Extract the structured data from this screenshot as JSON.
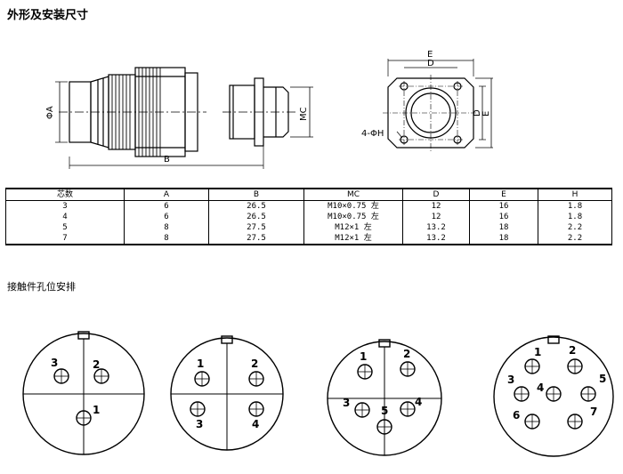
{
  "titles": {
    "dimensions": "外形及安装尺寸",
    "contacts": "接触件孔位安排"
  },
  "drawing_labels": {
    "phi_a": "ΦA",
    "b": "B",
    "mc": "MC",
    "e": "E",
    "d": "D",
    "four_phi_h": "4-ΦH"
  },
  "table": {
    "headers": [
      "芯数",
      "A",
      "B",
      "MC",
      "D",
      "E",
      "H"
    ],
    "rows": [
      [
        "3",
        "6",
        "26.5",
        "M10×0.75 左",
        "12",
        "16",
        "1.8"
      ],
      [
        "4",
        "6",
        "26.5",
        "M10×0.75 左",
        "12",
        "16",
        "1.8"
      ],
      [
        "5",
        "8",
        "27.5",
        "M12×1   左",
        "13.2",
        "18",
        "2.2"
      ],
      [
        "7",
        "8",
        "27.5",
        "M12×1   左",
        "13.2",
        "18",
        "2.2"
      ]
    ]
  },
  "layouts": [
    {
      "pins": [
        "1",
        "2",
        "3"
      ]
    },
    {
      "pins": [
        "1",
        "2",
        "3",
        "4"
      ]
    },
    {
      "pins": [
        "1",
        "2",
        "3",
        "4",
        "5"
      ]
    },
    {
      "pins": [
        "1",
        "2",
        "3",
        "4",
        "5",
        "6",
        "7"
      ]
    }
  ]
}
